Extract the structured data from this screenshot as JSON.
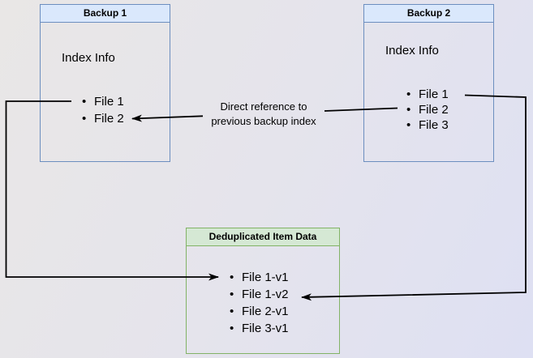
{
  "backup1": {
    "title": "Backup 1",
    "body_label": "Index Info",
    "items": [
      "File 1",
      "File 2"
    ]
  },
  "backup2": {
    "title": "Backup 2",
    "body_label": "Index Info",
    "items": [
      "File 1",
      "File 2",
      "File 3"
    ]
  },
  "dedup": {
    "title": "Deduplicated Item Data",
    "items": [
      "File 1-v1",
      "File 1-v2",
      "File 2-v1",
      "File 3-v1"
    ]
  },
  "annotation": {
    "line1": "Direct reference to",
    "line2": "previous backup index"
  },
  "colors": {
    "blue-fill": "#dae8fc",
    "blue-border": "#6c8ebf",
    "green-fill": "#d5e8d4",
    "green-border": "#82b366",
    "connector": "#000000",
    "bg-start": "#e9e7e6",
    "bg-mid": "#e5e4ec",
    "bg-end": "#dee0f3"
  }
}
